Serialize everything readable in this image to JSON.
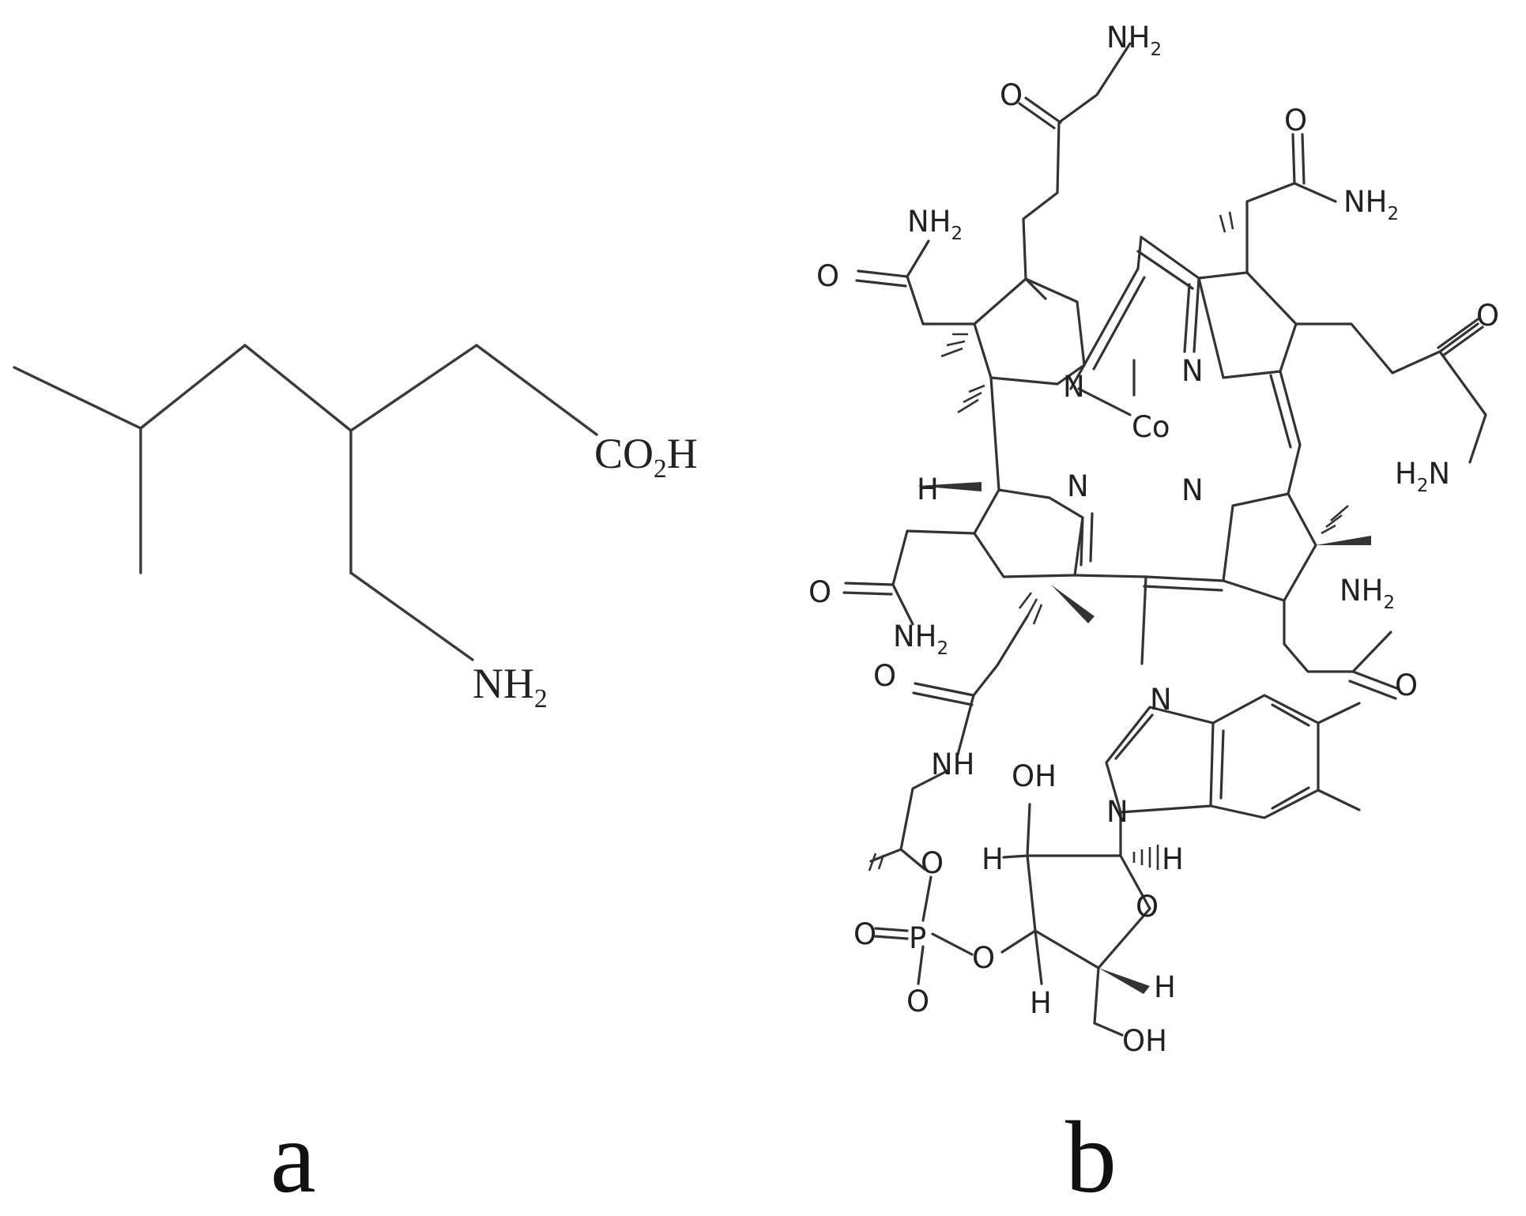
{
  "figure": {
    "panels": [
      {
        "id": "a",
        "label": "a",
        "atoms": {
          "carboxyl": [
            "CO",
            "2",
            "H"
          ],
          "amine": [
            "NH",
            "2"
          ]
        }
      },
      {
        "id": "b",
        "label": "b",
        "atoms": {
          "amine_top": [
            "NH",
            "2"
          ],
          "carbonyl_top": "O",
          "amide_left_top": [
            "NH",
            "2"
          ],
          "carbonyl_left_top": "O",
          "amide_right_top": [
            "NH",
            "2"
          ],
          "carbonyl_right_top": "O",
          "carbonyl_right_mid": "O",
          "pyrrole_n_right": "N",
          "amine_right": [
            "H",
            "2",
            "N"
          ],
          "pyrrole_n_center": "N",
          "cobalt": "Co",
          "hydrogen_left": "H",
          "pyrrole_n_bottom_left": "N",
          "pyrrole_n_bottom_right": "N",
          "carbonyl_left_bottom": "O",
          "amide_left_bottom": [
            "NH",
            "2"
          ],
          "amide_right_bottom": [
            "NH",
            "2"
          ],
          "carbonyl_right_bottom": "O",
          "carbonyl_linker": "O",
          "amide_nh": "NH",
          "hydroxyl_sugar": "OH",
          "hydrogen_sugar_left": "H",
          "hydrogen_sugar_right": "H",
          "ether_oxygen_linker": "O",
          "phosphate_p": "P",
          "phosphate_o_double": "O",
          "phosphate_o_bridge": "O",
          "phosphate_o_bottom": "O",
          "ring_oxygen": "O",
          "hydrogen_sugar_bottom": "H",
          "hydrogen_sugar_bottom_right": "H",
          "hydroxyl_terminal": "OH",
          "imidazole_n_top": "N",
          "imidazole_n_bottom": "N"
        }
      }
    ]
  }
}
